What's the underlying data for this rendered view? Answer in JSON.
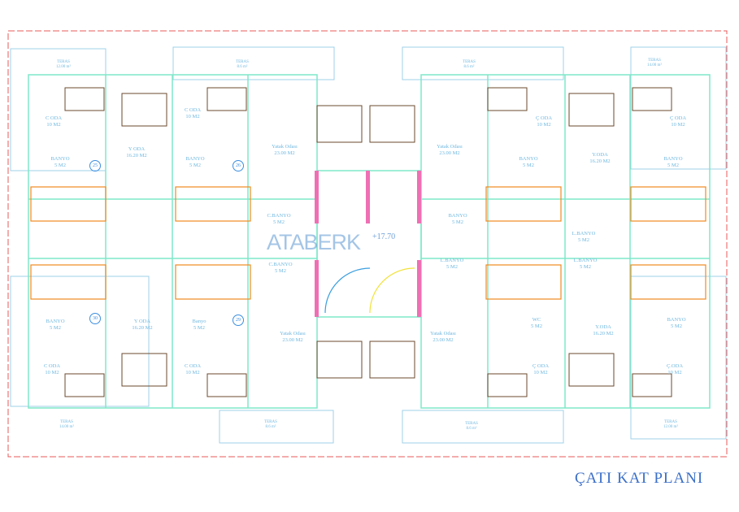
{
  "title": "ÇATI KAT PLANI",
  "elevation": "+17.70",
  "watermark": "ATABERK",
  "colors": {
    "wall": "#7ee8c8",
    "stair": "#f08a20",
    "accent": "#ef6fb4",
    "text": "#6fb8e0",
    "border": "#e85a5a"
  },
  "rooms": [
    {
      "name": "TERAS",
      "area": "12.00 m²"
    },
    {
      "name": "C ODA",
      "area": "10 M2"
    },
    {
      "name": "BANYO",
      "area": "5 M2"
    },
    {
      "name": "Y ODA",
      "area": "16.20 M2"
    },
    {
      "name": "TERAS",
      "area": "8.6 m²"
    },
    {
      "name": "C ODA",
      "area": "10 M2"
    },
    {
      "name": "BANYO",
      "area": "5 M2"
    },
    {
      "name": "Yatak Odası",
      "area": "23.00 M2"
    },
    {
      "name": "C.BANYO",
      "area": "5 M2"
    },
    {
      "name": "TERAS",
      "area": "8.6 m²"
    },
    {
      "name": "Yatak Odası",
      "area": "23.00 M2"
    },
    {
      "name": "Ç ODA",
      "area": "10 M2"
    },
    {
      "name": "BANYO",
      "area": "5 M2"
    },
    {
      "name": "Y.ODA",
      "area": "16.20 M2"
    },
    {
      "name": "TERAS",
      "area": "14.00 m²"
    },
    {
      "name": "Ç ODA",
      "area": "10 M2"
    },
    {
      "name": "BANYO",
      "area": "5 M2"
    },
    {
      "name": "BANYO",
      "area": "5 M2"
    },
    {
      "name": "L.BANYO",
      "area": "5 M2"
    },
    {
      "name": "C.BANYO",
      "area": "5 M2"
    },
    {
      "name": "BANYO",
      "area": "5 M2"
    },
    {
      "name": "Y ODA",
      "area": "16.20 M2"
    },
    {
      "name": "C ODA",
      "area": "10 M2"
    },
    {
      "name": "TERAS",
      "area": "14.00 m²"
    },
    {
      "name": "Banyo",
      "area": "5 M2"
    },
    {
      "name": "C ODA",
      "area": "10 M2"
    },
    {
      "name": "TERAS",
      "area": "8.6 m²"
    },
    {
      "name": "Yatak Odası",
      "area": "23.00 M2"
    },
    {
      "name": "Yatak Odası",
      "area": "23.00 M2"
    },
    {
      "name": "L.BANYO",
      "area": "5 M2"
    },
    {
      "name": "WC",
      "area": "5 M2"
    },
    {
      "name": "Ç ODA",
      "area": "10 M2"
    },
    {
      "name": "TERAS",
      "area": "8.6 m²"
    },
    {
      "name": "L.BANYO",
      "area": "5 M2"
    },
    {
      "name": "Y.ODA",
      "area": "16.20 M2"
    },
    {
      "name": "BANYO",
      "area": "5 M2"
    },
    {
      "name": "Ç.ODA",
      "area": "10 M2"
    },
    {
      "name": "TERAS",
      "area": "12.00 m²"
    }
  ],
  "unit_numbers": [
    "25",
    "26",
    "30",
    "29"
  ]
}
